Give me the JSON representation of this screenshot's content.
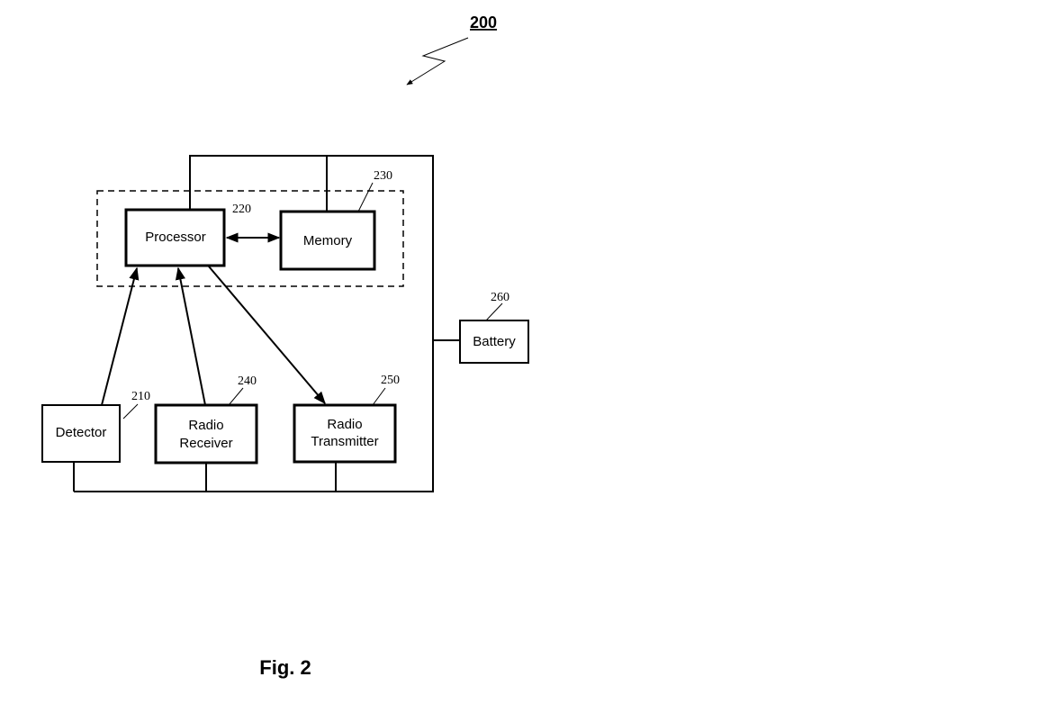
{
  "figure": {
    "number": "200",
    "caption": "Fig. 2"
  },
  "blocks": {
    "processor": {
      "label": "Processor",
      "ref": "220"
    },
    "memory": {
      "label": "Memory",
      "ref": "230"
    },
    "detector": {
      "label": "Detector",
      "ref": "210"
    },
    "radio_receiver": {
      "label_line1": "Radio",
      "label_line2": "Receiver",
      "ref": "240"
    },
    "radio_transmitter": {
      "label_line1": "Radio",
      "label_line2": "Transmitter",
      "ref": "250"
    },
    "battery": {
      "label": "Battery",
      "ref": "260"
    }
  }
}
